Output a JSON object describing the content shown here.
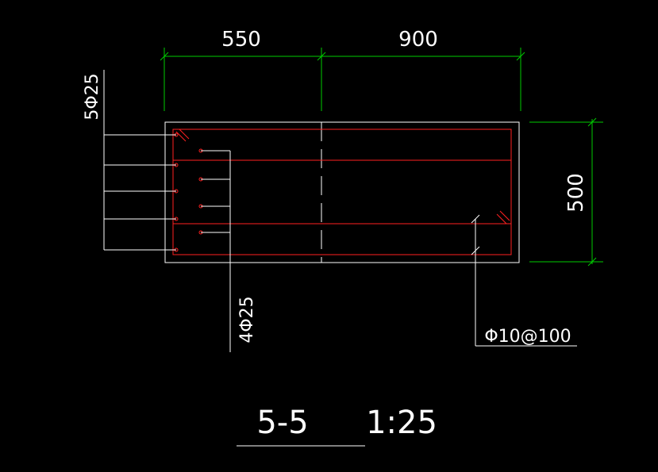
{
  "drawing": {
    "colors": {
      "background": "#000000",
      "outline": "#ffffff",
      "dimension": "#00cc00",
      "rebar": "#ff2020",
      "text": "#ffffff"
    },
    "dimensions": {
      "width_left": "550",
      "width_right": "900",
      "height": "500"
    },
    "labels": {
      "top_rebar": "5Φ25",
      "inner_rebar": "4Φ25",
      "stirrup": "Φ10@100"
    },
    "title": {
      "section": "5-5",
      "scale": "1:25"
    }
  }
}
